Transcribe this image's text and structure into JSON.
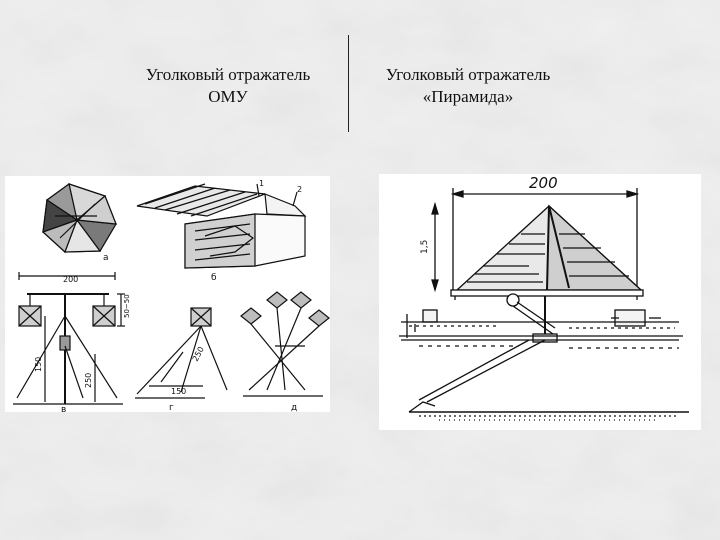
{
  "slide": {
    "left_caption": {
      "line1": "Уголковый отражатель",
      "line2": "ОМУ"
    },
    "right_caption": {
      "line1": "Уголковый отражатель",
      "line2": "«Пирамида»"
    }
  },
  "left_figure": {
    "panel_letters": {
      "a": "а",
      "b": "б",
      "v": "в",
      "g": "г",
      "d": "д"
    },
    "callouts": {
      "one": "1",
      "two": "2"
    },
    "dims": {
      "width_200": "200",
      "height_50_50": "50~50",
      "mast_150": "150",
      "mast_250": "250",
      "leg_250": "250",
      "base_150": "150"
    }
  },
  "right_figure": {
    "dims": {
      "width_200": "200",
      "height_marker": "1,5"
    }
  },
  "colors": {
    "background": "#c9c9c9",
    "ink": "#111111",
    "panel": "#ffffff"
  }
}
